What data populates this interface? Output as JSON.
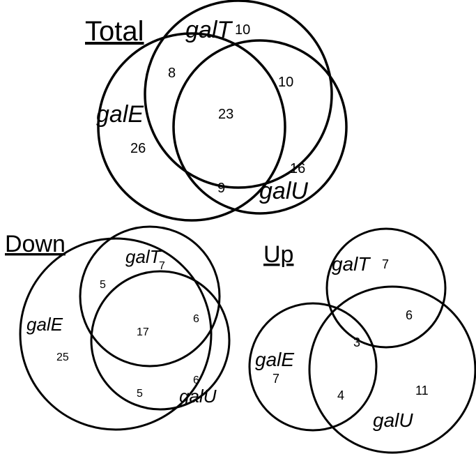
{
  "venn_total": {
    "title": "Total",
    "sets": {
      "a": "galT",
      "b": "galE",
      "c": "galU"
    },
    "counts": {
      "galT_only": "10",
      "galT_galE": "8",
      "galT_galU": "10",
      "all": "23",
      "galE_only": "26",
      "galU_only": "16",
      "galE_galU": "9"
    }
  },
  "venn_down": {
    "title": "Down",
    "sets": {
      "a": "galT",
      "b": "galE",
      "c": "galU"
    },
    "counts": {
      "galT_only": "7",
      "galT_galE": "5",
      "galT_galU": "6",
      "all": "17",
      "galE_only": "25",
      "galU_only": "6",
      "galE_galU": "5"
    }
  },
  "venn_up": {
    "title": "Up",
    "sets": {
      "a": "galT",
      "b": "galE",
      "c": "galU"
    },
    "counts": {
      "galT_only": "7",
      "galT_galU": "6",
      "all": "3",
      "galE_only": "7",
      "galE_galU": "4",
      "galU_only": "11"
    }
  }
}
